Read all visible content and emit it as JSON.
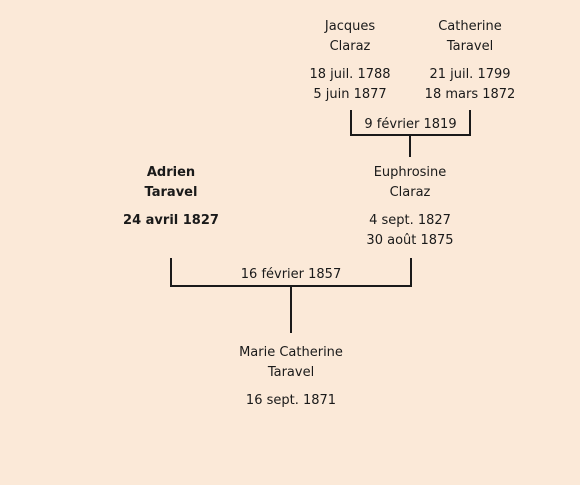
{
  "people": {
    "jacques": {
      "given": "Jacques",
      "surname": "Claraz",
      "birth": "18 juil. 1788",
      "death": "5 juin 1877"
    },
    "catherine": {
      "given": "Catherine",
      "surname": "Taravel",
      "birth": "21 juil. 1799",
      "death": "18 mars 1872"
    },
    "adrien": {
      "given": "Adrien",
      "surname": "Taravel",
      "birth": "24 avril 1827"
    },
    "euphrosine": {
      "given": "Euphrosine",
      "surname": "Claraz",
      "birth": "4 sept. 1827",
      "death": "30 août 1875"
    },
    "marie": {
      "given": "Marie Catherine",
      "surname": "Taravel",
      "birth": "16 sept. 1871"
    }
  },
  "marriages": {
    "parents_euphrosine": "9 février 1819",
    "parents_marie": "16 février 1857"
  },
  "colors": {
    "background": "#fbe9d8",
    "line": "#1a1a1a"
  }
}
